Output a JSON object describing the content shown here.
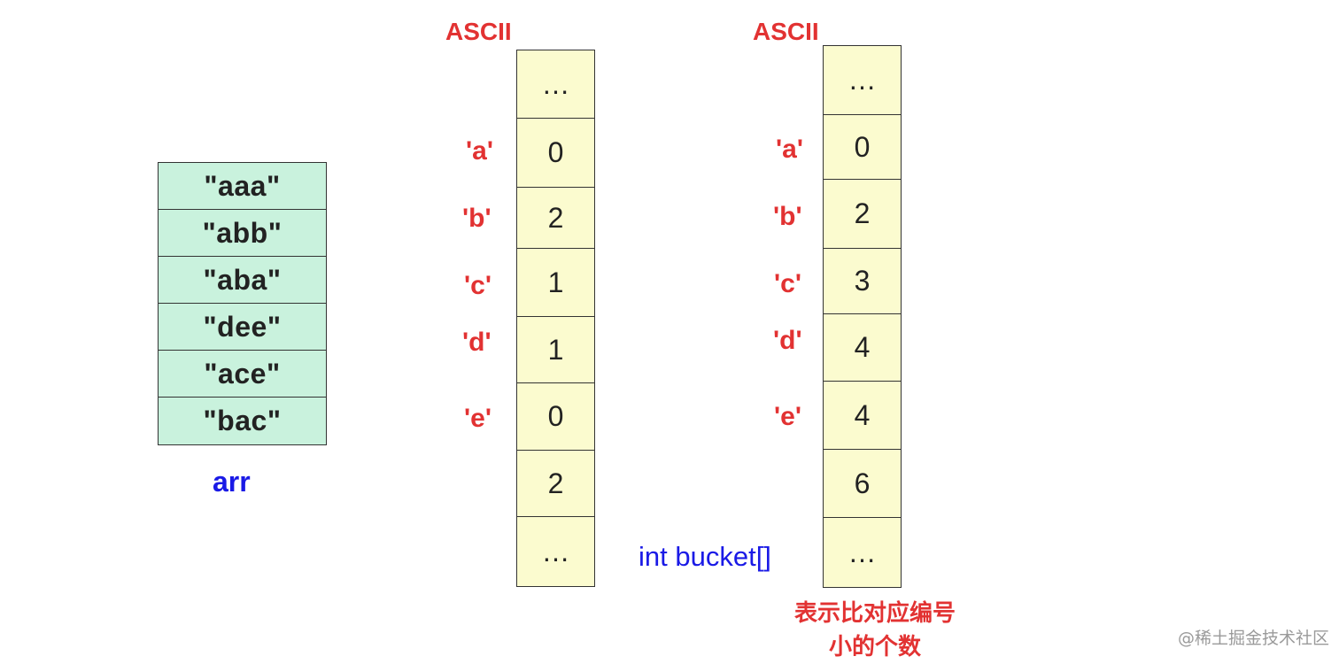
{
  "arr": {
    "items": [
      "\"aaa\"",
      "\"abb\"",
      "\"aba\"",
      "\"dee\"",
      "\"ace\"",
      "\"bac\""
    ],
    "label": "arr"
  },
  "bucket_raw": {
    "header": "ASCII",
    "cells": [
      "…",
      "0",
      "2",
      "1",
      "1",
      "0",
      "2",
      "…"
    ],
    "row_labels": [
      "'a'",
      "'b'",
      "'c'",
      "'d'",
      "'e'"
    ]
  },
  "bucket_cum": {
    "header": "ASCII",
    "cells": [
      "…",
      "0",
      "2",
      "3",
      "4",
      "4",
      "6",
      "…"
    ],
    "row_labels": [
      "'a'",
      "'b'",
      "'c'",
      "'d'",
      "'e'"
    ],
    "label": "int bucket[]",
    "note_line1": "表示比对应编号",
    "note_line2": "小的个数"
  },
  "watermark": "@稀土掘金技术社区",
  "colors": {
    "arr_fill": "#c9f2dd",
    "bucket_fill": "#fbfbcf",
    "red": "#e23232",
    "blue": "#1a1ae6"
  }
}
